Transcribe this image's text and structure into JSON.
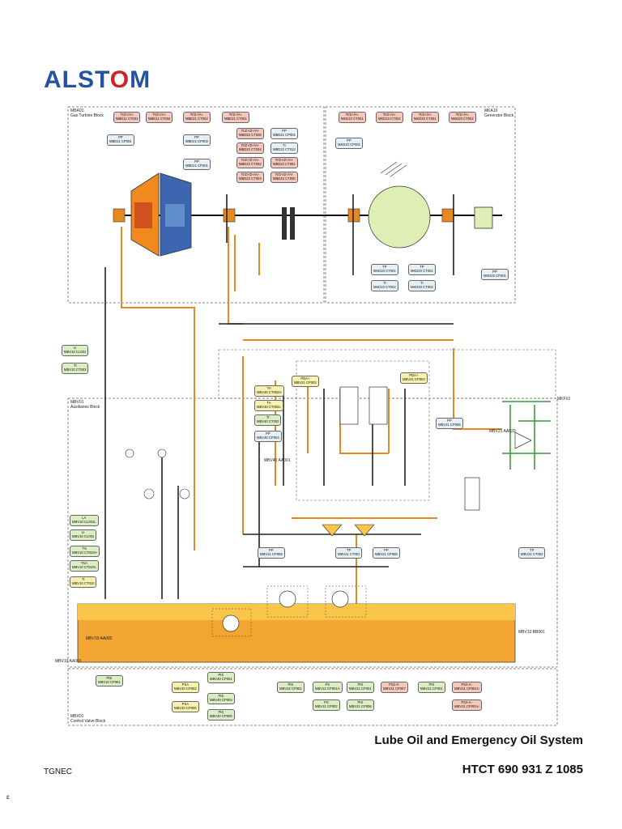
{
  "header": {
    "logo_text": "ALSTOM",
    "logo_accent": "#d22222",
    "logo_color": "#2453a6"
  },
  "blocks": {
    "gas_turbine": {
      "code": "MBA01",
      "name": "Gas Turbine Block"
    },
    "generator": {
      "code": "MKA10",
      "name": "Generator Block"
    },
    "auxiliaries": {
      "code": "MBV01",
      "name": "Auxiliaries Block"
    },
    "control_valve": {
      "code": "MBX01",
      "name": "Control Valve Block"
    }
  },
  "tags": {
    "t1": "TI/Z+/A+\nMBD11 CT001",
    "t2": "TI/Z+/A+\nMBD11 CT002",
    "t3": "TI/Z+/A+\nMBD21 CT002",
    "t4": "TI/Z+/A+\nMBD21 CT001",
    "t5": "PP\nMBD11 CP001",
    "t6": "TI/Z+/Z+/A+\nMBD22 CT006",
    "t7": "TI/Z+/Z+/A+\nMBD22 CT004",
    "t8": "TI/Z+/Z+/A+\nMBD22 CT002",
    "t9": "TI/Z+/Z+/A+\nMBD22 CT003",
    "t10": "PP\nMBD21 CP001",
    "t11": "TI\nMBD22 CT013",
    "t12": "TI/Z+/Z+/A+\nMBD22 CT001",
    "t13": "TI/Z+/Z+/A+\nMBD22 CT005",
    "t14": "PP\nMBD21 CP002",
    "t15": "PP\nMBD21 CP001",
    "g1": "TI/Z+/A+\nMKD10 CT001",
    "g2": "TI/Z+/A+\nMKD10 CT002",
    "g3": "TI/Z+/A+\nMKD20 CT001",
    "g4": "TI/Z+/A+\nMKD20 CT002",
    "g5": "PP\nMKD10 CP001",
    "g6": "TP\nMKD10 CT001",
    "g7": "TP\nMKD20 CT001",
    "g8": "TI\nMKD10 CT002",
    "g9": "TI\nMKD20 CT002",
    "g10": "PP\nMKD20 CP001",
    "a1": "LI\nMBV10 CL001",
    "a2": "TI\nMBV10 CT003",
    "a3": "PDA+\nMBV21 CP003",
    "a4": "PDA+\nMBV21 CP004",
    "a5": "TA\nMBV40 CT002H",
    "a6": "TA\nMBV40 CT002L",
    "a7": "TI\nMBV40 CT002",
    "a8": "PP\nMBV40 CP004",
    "a9": "PP\nMBV21 CP006",
    "a10": "LA\nMBV10 CL001L",
    "a11": "LI\nMBV10 CL001",
    "a12": "TS\nMBV10 CT010H",
    "a13": "TSA\nMBV10 CT010L",
    "a14": "TI\nMBV10 CT010",
    "a15": "PP\nMBV21 CP009",
    "a16": "TP\nMBV21 CT001",
    "a17": "PP\nMBV21 CP005",
    "a18": "TP\nMBV21 CT002",
    "c1": "PDI\nMBV10 CP001",
    "c2": "PIS\nMBV40 CP001",
    "c3": "PSA\nMBV40 CP002",
    "c4": "PIS\nMBV40 CP003",
    "c5": "PIS\nMBV40 CP005",
    "c6": "PSA\nMBV40 CP006",
    "c7": "PIS\nMBV22 CP001",
    "c8": "PS\nMBV22 CP001A",
    "c9": "PIS\nMBV21 CP001",
    "c10": "PS\nMBV21 CP002",
    "c11": "PIS\nMBV21 CP006",
    "c12": "PS2-A-\nMBV21 CP007",
    "c13": "PIS\nMBV21 CP001",
    "c14": "PS2-A-\nMBV21 CP001A",
    "c15": "PS2-A-\nMBV21 CP001A"
  },
  "labels": {
    "mbv10_aa001": "MBV10 AA001",
    "mbv10_bb001": "MBV10 BB001",
    "mbv10_aa002": "MBV10 AA002",
    "mbv40_aa001": "MBV40 AA001",
    "mkf10": "MKF10",
    "mbv21_aa020": "MBV21 AA020"
  },
  "titles": {
    "line1": "Lube Oil and Emergency Oil System",
    "line2": "HTCT 690 931 Z 1085",
    "company": "TGNEC",
    "side_mark": "ɛ"
  },
  "colors": {
    "oil_orange": "#e8891e",
    "tank_top": "#f9c64a",
    "compressor_orange": "#f08a1e",
    "turbine_blue": "#3d66b0",
    "generator_green": "#dfeeb4",
    "pipe_dark": "#222222",
    "pipe_green": "#3a9a3a"
  }
}
